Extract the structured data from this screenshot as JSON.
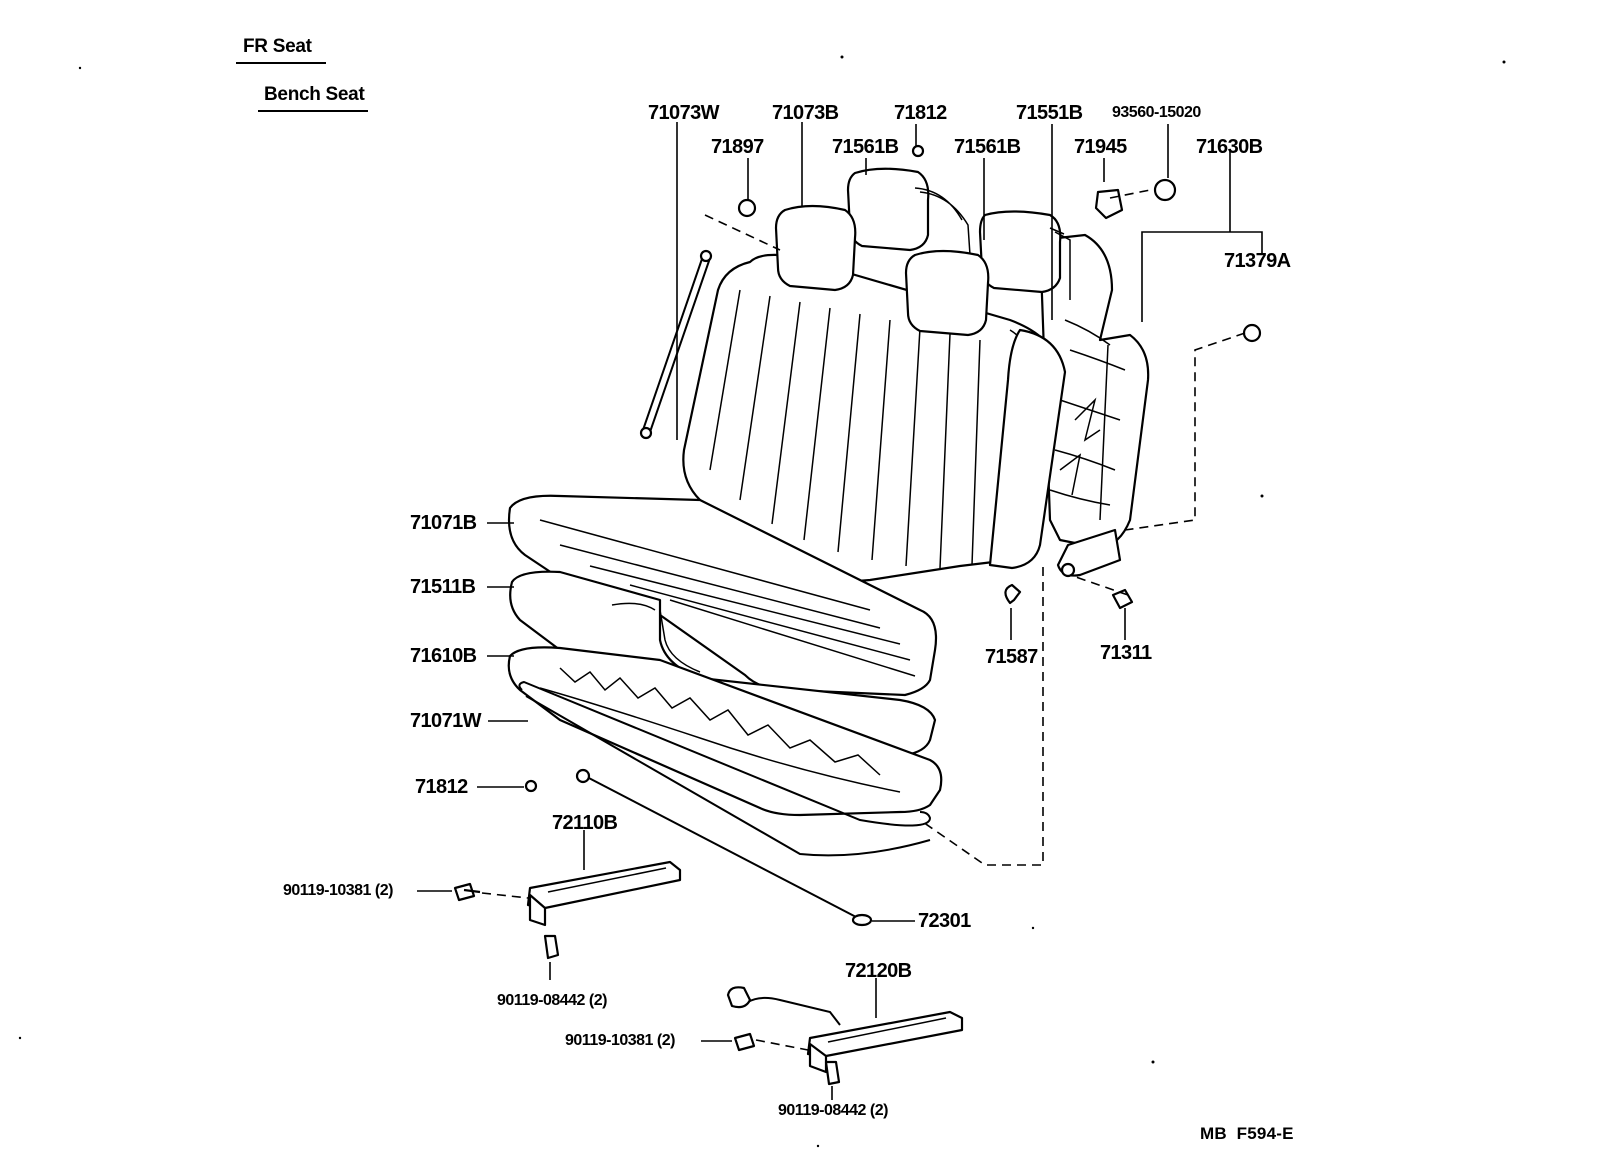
{
  "headers": {
    "section": "FR Seat",
    "subsection": "Bench Seat"
  },
  "callouts": {
    "c71073W": "71073W",
    "c71073B": "71073B",
    "c71812_top": "71812",
    "c71551B": "71551B",
    "c93560": "93560-15020",
    "c71897": "71897",
    "c71561B_a": "71561B",
    "c71561B_b": "71561B",
    "c71945": "71945",
    "c71630B": "71630B",
    "c71379A": "71379A",
    "c71071B": "71071B",
    "c71511B": "71511B",
    "c71610B": "71610B",
    "c71071W": "71071W",
    "c71812_low": "71812",
    "c72110B": "72110B",
    "c90119_10381_a": "90119-10381 (2)",
    "c90119_08442_a": "90119-08442 (2)",
    "c72301": "72301",
    "c72120B": "72120B",
    "c90119_10381_b": "90119-10381 (2)",
    "c90119_08442_b": "90119-08442 (2)",
    "c71587": "71587",
    "c71311": "71311"
  },
  "diagram_code": "MB  F594-E"
}
